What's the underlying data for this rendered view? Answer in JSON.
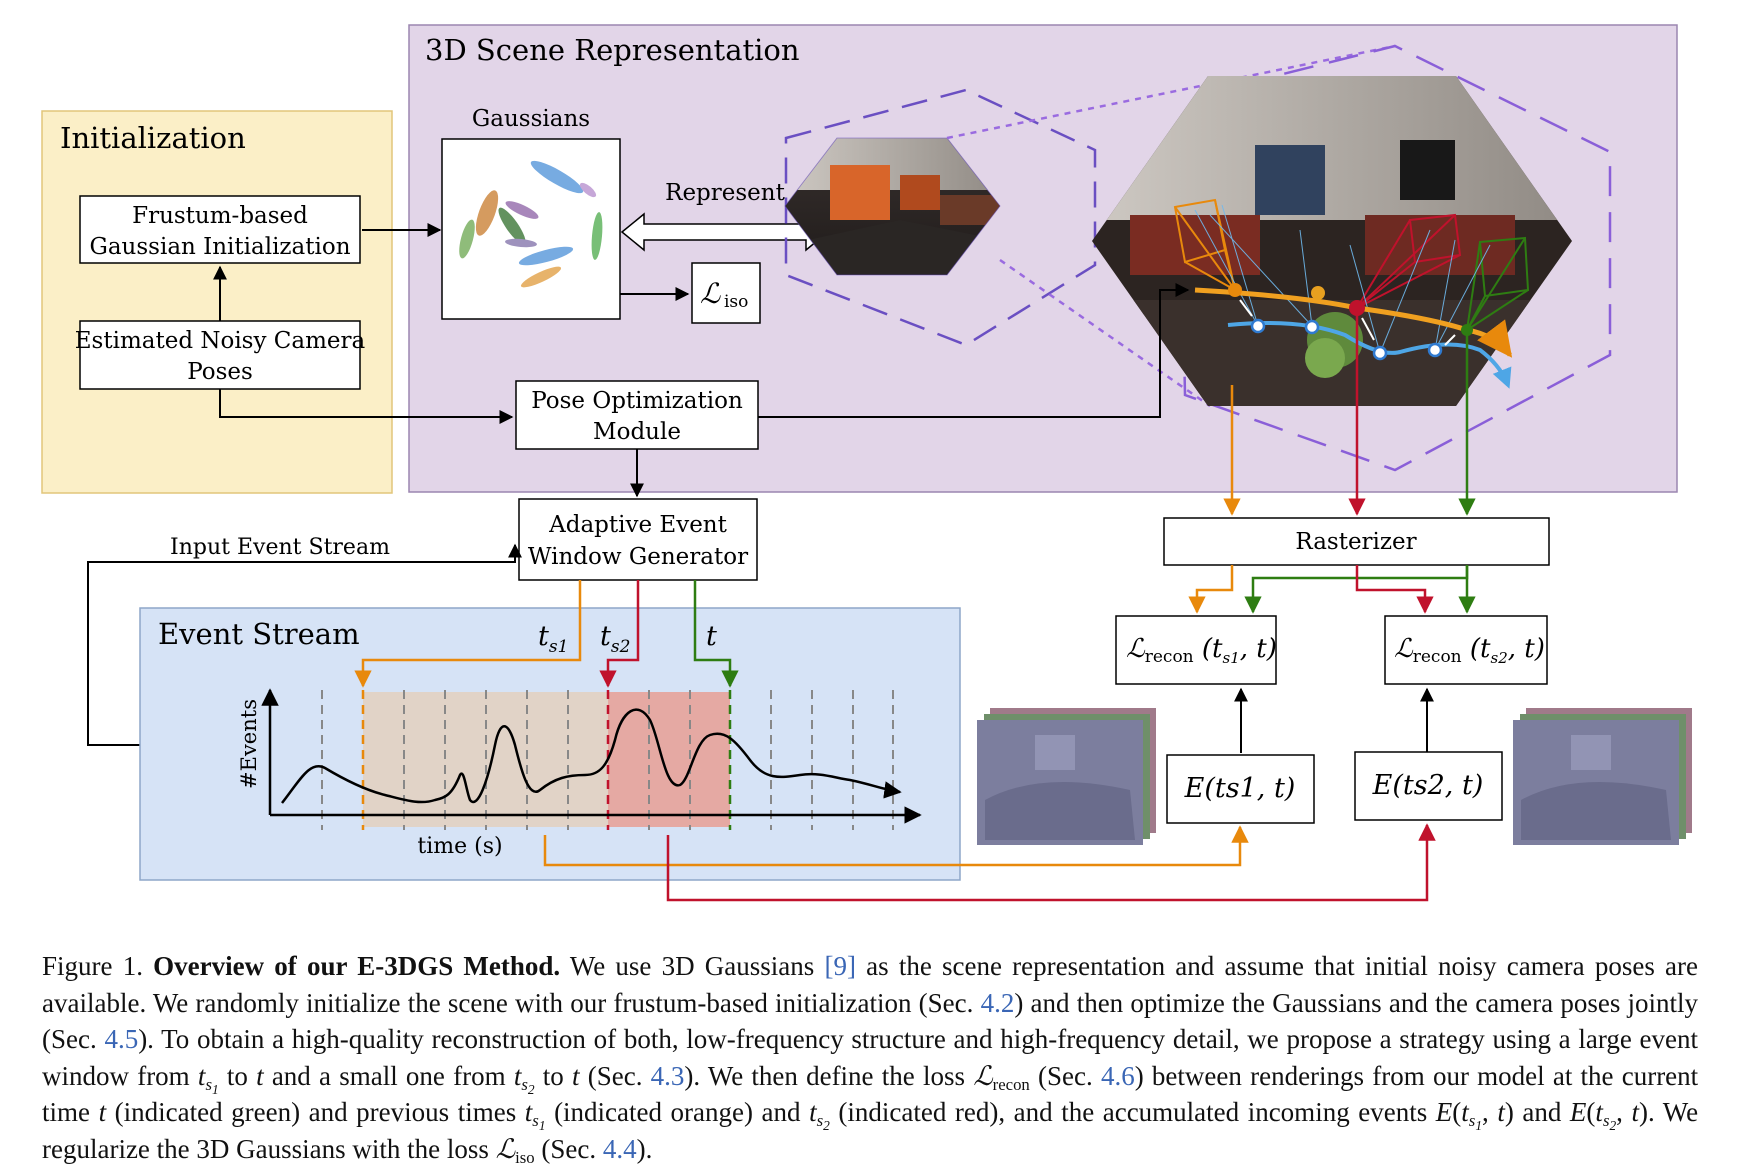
{
  "figure": {
    "scene_title": "3D Scene Representation",
    "init_title": "Initialization",
    "gaussians_label": "Gaussians",
    "represent_label": "Represent",
    "frustum_l1": "Frustum-based",
    "frustum_l2": "Gaussian Initialization",
    "noisy_l1": "Estimated Noisy Camera",
    "noisy_l2": "Poses",
    "pose_l1": "Pose Optimization",
    "pose_l2": "Module",
    "adaptive_l1": "Adaptive Event",
    "adaptive_l2": "Window Generator",
    "input_stream": "Input Event Stream",
    "event_title": "Event Stream",
    "y_axis": "#Events",
    "x_axis": "time (s)",
    "rasterizer": "Rasterizer",
    "l_iso": "iso",
    "l_recon": "recon",
    "t_label": "t",
    "ts1_sub": "s1",
    "ts2_sub": "s2",
    "e_ts1": "E(ts1, t)",
    "e_ts2": "E(ts2, t)",
    "colors": {
      "orange": "#e8890c",
      "red": "#c0122c",
      "green": "#2e7d12",
      "blue": "#4ea6e6"
    }
  },
  "caption": {
    "fig_label": "Figure 1.",
    "title": "Overview of our E-3DGS Method.",
    "s1": "We use 3D Gaussians",
    "ref9": "[9]",
    "s2": "as the scene representation and assume that initial noisy camera poses are available. We randomly initialize the scene with our frustum-based initialization (Sec.",
    "ref42": "4.2",
    "s3": ") and then optimize the Gaussians and the camera poses jointly (Sec.",
    "ref45": "4.5",
    "s4": "). To obtain a high-quality reconstruction of both, low-frequency structure and high-frequency detail, we propose a strategy using a large event window from",
    "s5": "to",
    "s6": "and a small one from",
    "s7": "to",
    "s8": "(Sec.",
    "ref43": "4.3",
    "s9": "). We then define the loss",
    "s10": "(Sec.",
    "ref46": "4.6",
    "s11": ") between renderings from our model at the current time",
    "s12": "(indicated green) and previous times",
    "s13": "(indicated orange) and",
    "s14": "(indicated red), and the accumulated incoming events",
    "s15": "and",
    "s16": ". We regularize the 3D Gaussians with the loss",
    "s17": "(Sec.",
    "ref44": "4.4",
    "s18": ")."
  }
}
